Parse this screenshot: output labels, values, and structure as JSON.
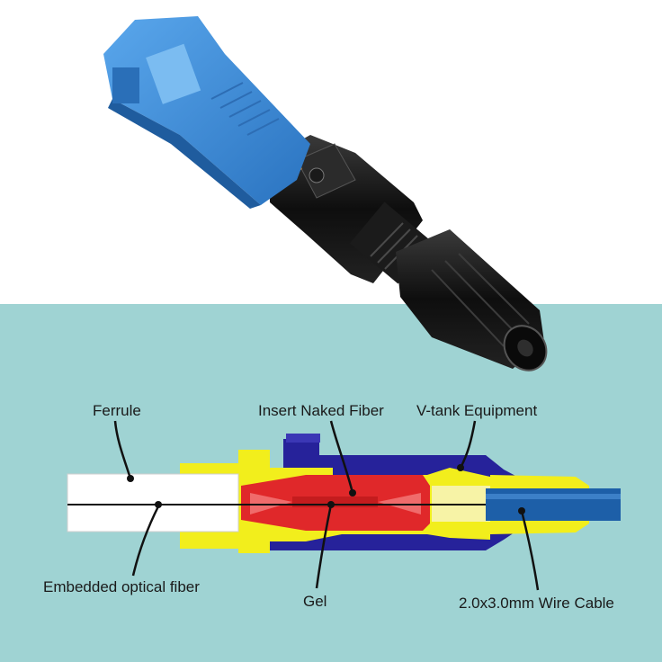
{
  "colors": {
    "top_background": "#ffffff",
    "bottom_background": "#9fd3d3",
    "connector_blue": "#3f8fd6",
    "connector_black": "#141414",
    "ferrule_white": "#ffffff",
    "housing_yellow": "#f2ee1c",
    "housing_navy": "#26229a",
    "gel_red": "#e0282a",
    "cable_blue": "#1d5fa8"
  },
  "product_photo": {
    "subject": "SC fast connector (blue and black)",
    "icons": [
      "sc-connector-photo"
    ]
  },
  "diagram": {
    "labels": {
      "ferrule": "Ferrule",
      "insert_naked_fiber": "Insert Naked Fiber",
      "v_tank_equipment": "V-tank Equipment",
      "embedded_optical_fiber": "Embedded optical fiber",
      "gel": "Gel",
      "wire_cable": "2.0x3.0mm Wire Cable"
    }
  }
}
